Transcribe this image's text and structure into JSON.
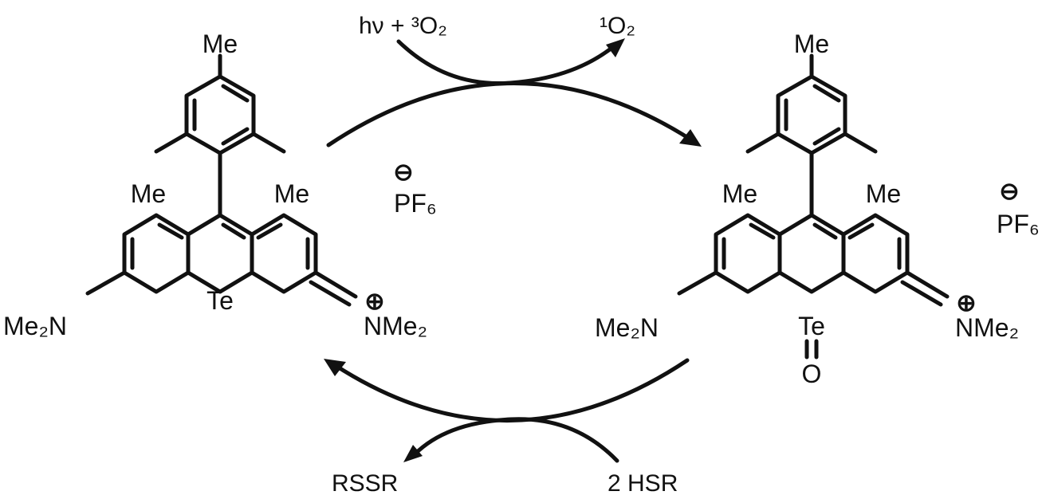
{
  "reaction_top": {
    "reagent": "hν + ³O₂",
    "product": "¹O₂"
  },
  "reaction_bottom": {
    "reagent": "2 HSR",
    "product": "RSSR"
  },
  "left_molecule": {
    "methyl_top": "Me",
    "methyl_left": "Me",
    "methyl_right": "Me",
    "heteroatom": "Te",
    "amine_left": "Me₂N",
    "amine_right": "NMe₂",
    "counterion": "PF₆",
    "counterion_charge": "⊖",
    "cation_charge": "⊕"
  },
  "right_molecule": {
    "methyl_top": "Me",
    "methyl_left": "Me",
    "methyl_right": "Me",
    "heteroatom": "Te",
    "oxide": "O",
    "amine_left": "Me₂N",
    "amine_right": "NMe₂",
    "counterion": "PF₆",
    "counterion_charge": "⊖",
    "cation_charge": "⊕"
  }
}
